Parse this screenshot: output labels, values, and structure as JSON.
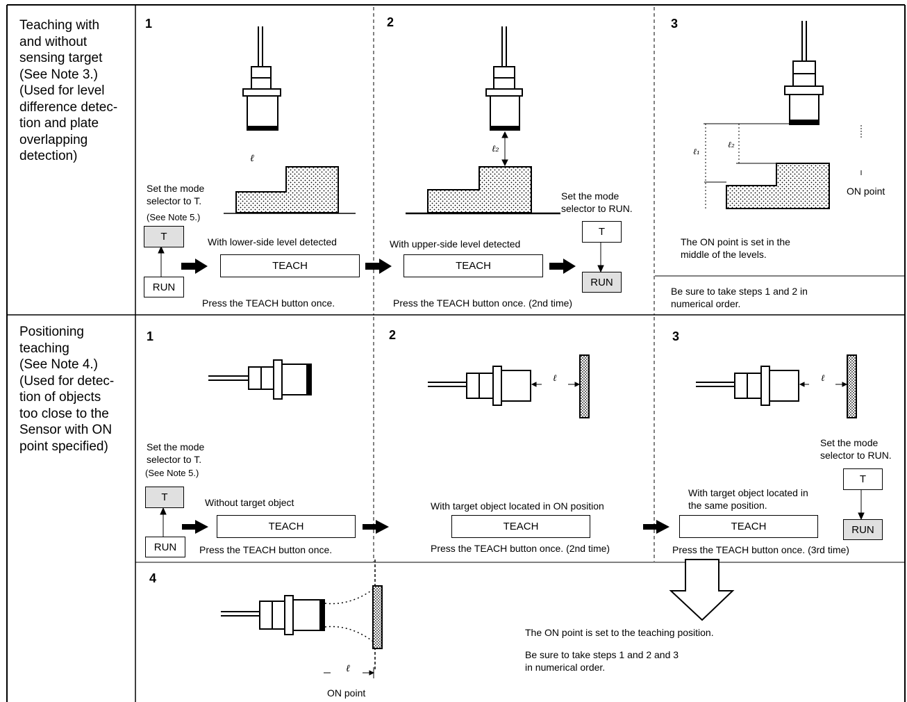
{
  "row1": {
    "title": "Teaching with\nand without\nsensing target\n(See Note 3.)\n(Used for level\ndifference detec-\ntion and plate\noverlapping\ndetection)",
    "step1": {
      "num": "1",
      "mode_line1": "Set the mode",
      "mode_line2": "selector to T.",
      "note": "(See Note 5.)",
      "t_label": "T",
      "run_label": "RUN",
      "caption": "With lower-side level detected",
      "teach_label": "TEACH",
      "press": "Press the TEACH button once."
    },
    "step2": {
      "num": "2",
      "caption": "With upper-side level detected",
      "teach_label": "TEACH",
      "press": "Press the TEACH button once. (2nd time)",
      "mode_line1": "Set the mode",
      "mode_line2": "selector to RUN.",
      "t_label": "T",
      "run_label": "RUN"
    },
    "step3": {
      "num": "3",
      "on_point": "ON point",
      "desc_line1": "The ON point is set in the",
      "desc_line2": "middle of the levels.",
      "note_line1": "Be sure to take steps 1 and 2 in",
      "note_line2": "numerical order."
    }
  },
  "row2": {
    "title": "Positioning\nteaching\n(See Note 4.)\n(Used for detec-\ntion of objects\ntoo close to the\nSensor with ON\npoint specified)",
    "step1": {
      "num": "1",
      "mode_line1": "Set the mode",
      "mode_line2": "selector to T.",
      "note": "(See Note 5.)",
      "t_label": "T",
      "run_label": "RUN",
      "caption": "Without target object",
      "teach_label": "TEACH",
      "press": "Press the TEACH button once."
    },
    "step2": {
      "num": "2",
      "caption": "With target object located in ON position",
      "teach_label": "TEACH",
      "press": "Press the TEACH button once. (2nd time)"
    },
    "step3": {
      "num": "3",
      "mode_line1": "Set the mode",
      "mode_line2": "selector to RUN.",
      "caption_line1": "With target object located in",
      "caption_line2": "the same position.",
      "teach_label": "TEACH",
      "press": "Press the TEACH button once. (3rd time)",
      "t_label": "T",
      "run_label": "RUN"
    },
    "step4": {
      "num": "4",
      "on_point": "ON point",
      "distance_symbol": "ℓ",
      "result": "The ON point is set to the teaching position.",
      "note_line1": "Be sure to take steps 1 and 2 and 3",
      "note_line2": "in numerical order."
    }
  }
}
